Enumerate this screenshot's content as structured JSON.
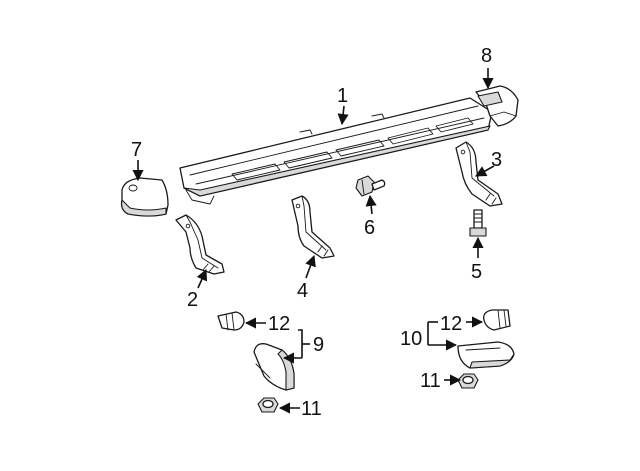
{
  "callouts": {
    "c1": "1",
    "c2": "2",
    "c3": "3",
    "c4": "4",
    "c5": "5",
    "c6": "6",
    "c7": "7",
    "c8": "8",
    "c9": "9",
    "c10": "10",
    "c11_left": "11",
    "c11_right": "11",
    "c12_left": "12",
    "c12_right": "12"
  },
  "colors": {
    "line": "#1a1a1a",
    "shade": "#d9d9d9",
    "background": "#ffffff"
  }
}
